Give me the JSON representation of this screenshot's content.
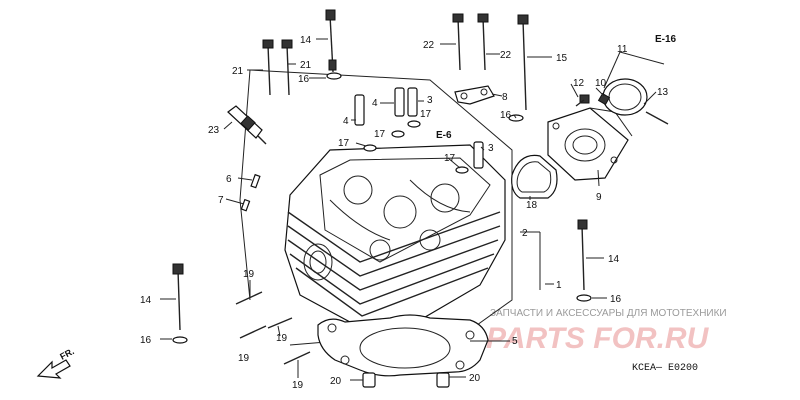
{
  "callouts": {
    "c1": "1",
    "c2": "2",
    "c3a": "3",
    "c3b": "3",
    "c4a": "4",
    "c4b": "4",
    "c5": "5",
    "c6": "6",
    "c7": "7",
    "c8": "8",
    "c9": "9",
    "c10": "10",
    "c11": "11",
    "c12": "12",
    "c13": "13",
    "c14a": "14",
    "c14b": "14",
    "c14c": "14",
    "c15": "15",
    "c16a": "16",
    "c16b": "16",
    "c16c": "16",
    "c16d": "16",
    "c17a": "17",
    "c17b": "17",
    "c17c": "17",
    "c17d": "17",
    "c18": "18",
    "c19a": "19",
    "c19b": "19",
    "c19c": "19",
    "c19d": "19",
    "c20a": "20",
    "c20b": "20",
    "c21a": "21",
    "c21b": "21",
    "c22a": "22",
    "c22b": "22",
    "c23": "23"
  },
  "refs": {
    "e16": "E-16",
    "e6": "E-6"
  },
  "direction": "FR.",
  "diagram_code": "KCEA— E0200",
  "watermark": {
    "tagline": "ЗАПЧАСТИ И АКСЕССУАРЫ ДЛЯ МОТОТЕХНИКИ",
    "logo": "PARTS FOR.RU"
  }
}
